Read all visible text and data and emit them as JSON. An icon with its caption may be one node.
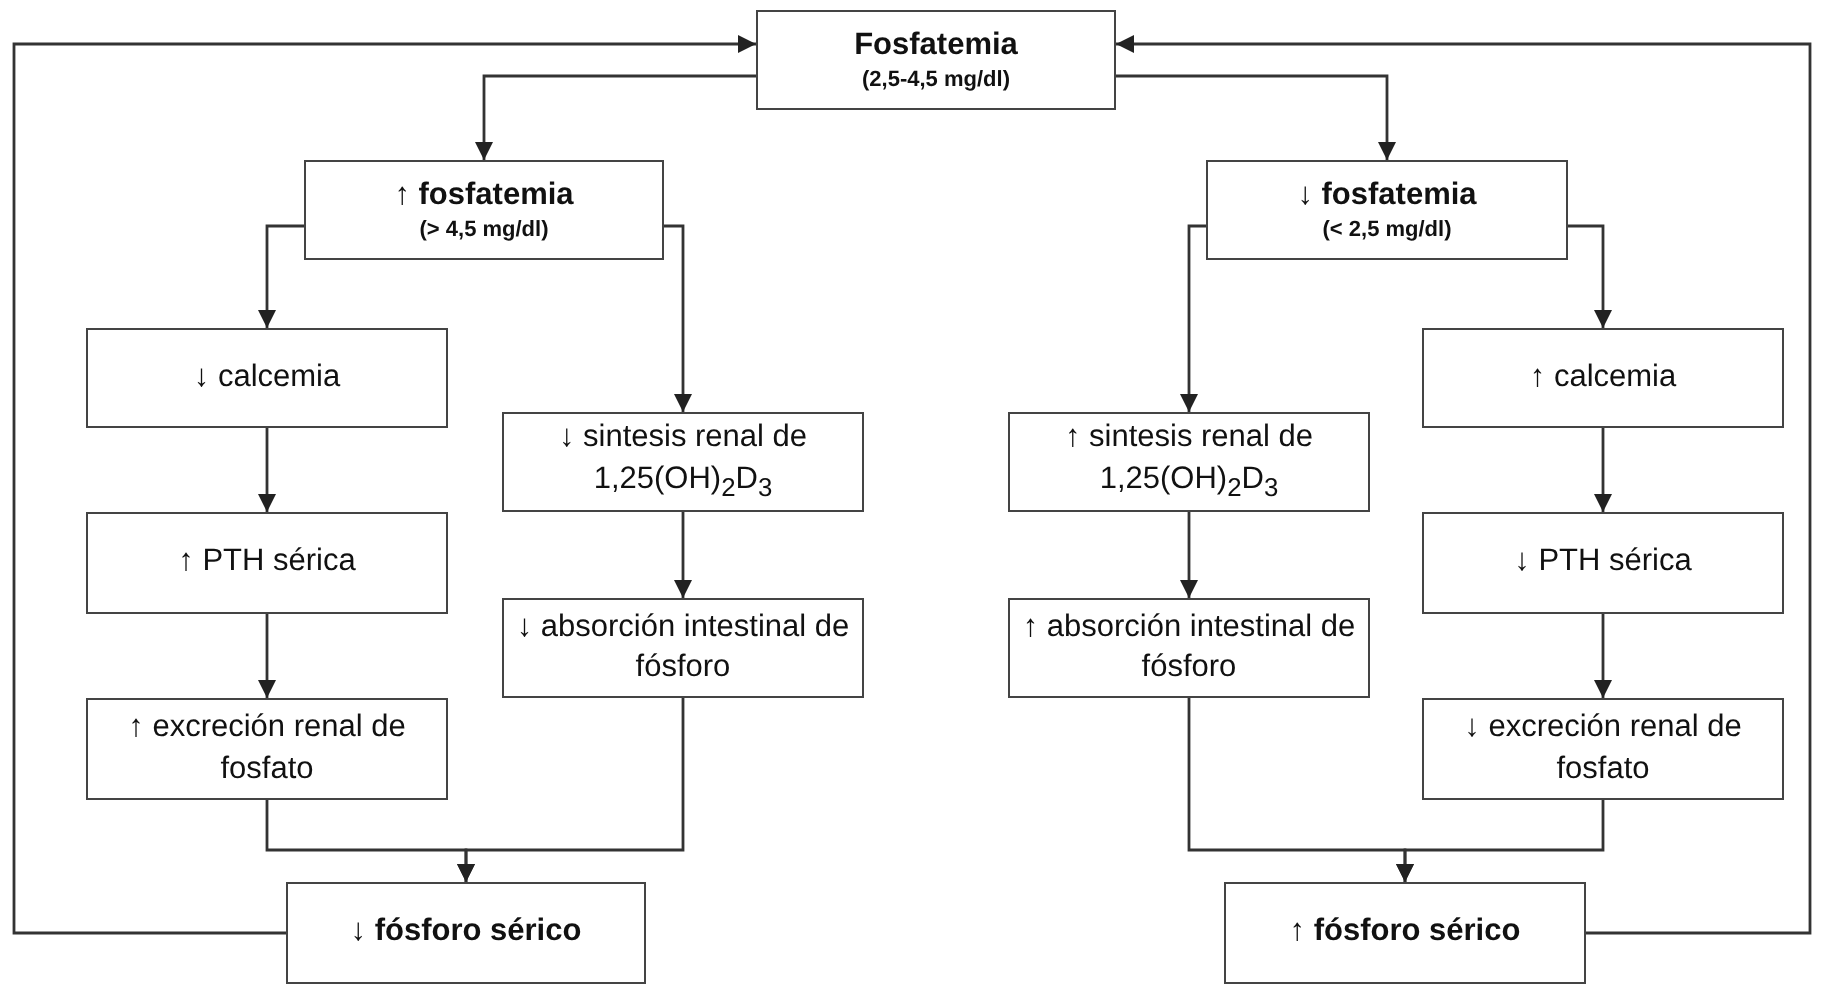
{
  "diagram": {
    "nodes": [
      {
        "text": [
          "Fosfatemia",
          "(2,5-4,5 mg/dl)"
        ]
      },
      {
        "text": [
          "↑ fosfatemia",
          "(> 4,5 mg/dl)"
        ]
      },
      {
        "text": [
          "↓ fosfatemia",
          "(< 2,5 mg/dl)"
        ]
      },
      {
        "text": [
          "↓ calcemia"
        ]
      },
      {
        "text": [
          "↓ sintesis renal de 1,25(OH)$_{2}$D$_{3}$"
        ]
      },
      {
        "text": [
          "↑ sintesis renal de 1,25(OH)$_{2}$D$_{3}$"
        ]
      },
      {
        "text": [
          "↑ calcemia"
        ]
      },
      {
        "text": [
          "↑ PTH sérica"
        ]
      },
      {
        "text": [
          "↓ absorción intestinal de fósforo"
        ]
      },
      {
        "text": [
          "↑ absorción intestinal de fósforo"
        ]
      },
      {
        "text": [
          "↓ PTH sérica"
        ]
      },
      {
        "text": [
          "↑ excreción renal de fosfato"
        ]
      },
      {
        "text": [
          "↓ excreción renal de fosfato"
        ]
      },
      {
        "text": [
          "↓ fósforo sérico"
        ]
      },
      {
        "text": [
          "↑ fósforo sérico"
        ]
      }
    ],
    "edges": [
      {
        "from": 0,
        "to": 1,
        "arrow": "to"
      },
      {
        "from": 0,
        "to": 2,
        "arrow": "to"
      },
      {
        "from": 1,
        "to": 3,
        "arrow": "to"
      },
      {
        "from": 1,
        "to": 4,
        "arrow": "to"
      },
      {
        "from": 2,
        "to": 5,
        "arrow": "to"
      },
      {
        "from": 2,
        "to": 6,
        "arrow": "to"
      },
      {
        "from": 3,
        "to": 7,
        "arrow": "to"
      },
      {
        "from": 7,
        "to": 11,
        "arrow": "to"
      },
      {
        "from": 4,
        "to": 8,
        "arrow": "to"
      },
      {
        "from": 5,
        "to": 9,
        "arrow": "to"
      },
      {
        "from": 6,
        "to": 10,
        "arrow": "to"
      },
      {
        "from": 10,
        "to": 12,
        "arrow": "to"
      },
      {
        "from": 11,
        "to": 13,
        "arrow": "to"
      },
      {
        "from": 8,
        "to": 13,
        "arrow": "to"
      },
      {
        "from": 9,
        "to": 14,
        "arrow": "to"
      },
      {
        "from": 12,
        "to": 14,
        "arrow": "to"
      },
      {
        "from": 13,
        "to": 0,
        "arrow": "to"
      },
      {
        "from": 14,
        "to": 0,
        "arrow": "to"
      }
    ]
  }
}
